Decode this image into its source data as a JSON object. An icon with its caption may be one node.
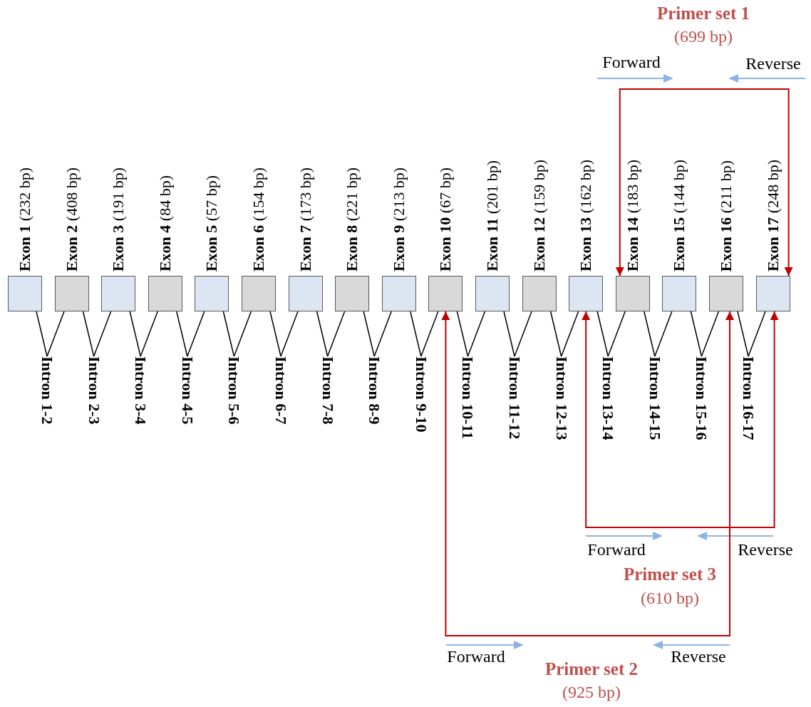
{
  "diagram": {
    "nodes": [
      {
        "text": [
          "**Exon 1** (232 bp)"
        ]
      },
      {
        "text": [
          "**Exon 2** (408 bp)"
        ]
      },
      {
        "text": [
          "**Exon 3** (191 bp)"
        ]
      },
      {
        "text": [
          "**Exon 4** (84 bp)"
        ]
      },
      {
        "text": [
          "**Exon 5** (57 bp)"
        ]
      },
      {
        "text": [
          "**Exon 6** (154 bp)"
        ]
      },
      {
        "text": [
          "**Exon 7** (173 bp)"
        ]
      },
      {
        "text": [
          "**Exon 8** (221 bp)"
        ]
      },
      {
        "text": [
          "**Exon 9** (213 bp)"
        ]
      },
      {
        "text": [
          "**Exon 10** (67 bp)"
        ]
      },
      {
        "text": [
          "**Exon 11** (201 bp)"
        ]
      },
      {
        "text": [
          "**Exon 12** (159 bp)"
        ]
      },
      {
        "text": [
          "**Exon 13** (162 bp)"
        ]
      },
      {
        "text": [
          "**Exon 14** (183 bp)"
        ]
      },
      {
        "text": [
          "**Exon 15** (144 bp)"
        ]
      },
      {
        "text": [
          "**Exon 16** (211 bp)"
        ]
      },
      {
        "text": [
          "**Exon 17** (248 bp)"
        ]
      },
      {
        "text": [
          "Intron 1-2"
        ]
      },
      {
        "text": [
          "Intron 2-3"
        ]
      },
      {
        "text": [
          "Intron 3-4"
        ]
      },
      {
        "text": [
          "Intron 4-5"
        ]
      },
      {
        "text": [
          "Intron 5-6"
        ]
      },
      {
        "text": [
          "Intron 6-7"
        ]
      },
      {
        "text": [
          "Intron 7-8"
        ]
      },
      {
        "text": [
          "Intron 8-9"
        ]
      },
      {
        "text": [
          "Intron 9-10"
        ]
      },
      {
        "text": [
          "Intron 10-11"
        ]
      },
      {
        "text": [
          "Intron 11-12"
        ]
      },
      {
        "text": [
          "Intron 12-13"
        ]
      },
      {
        "text": [
          "Intron 13-14"
        ]
      },
      {
        "text": [
          "Intron 14-15"
        ]
      },
      {
        "text": [
          "Intron 15-16"
        ]
      },
      {
        "text": [
          "Intron 16-17"
        ]
      }
    ],
    "edges": [
      {
        "from": 0,
        "to": 17,
        "arrow": "none"
      },
      {
        "from": 17,
        "to": 1,
        "arrow": "none"
      },
      {
        "from": 1,
        "to": 18,
        "arrow": "none"
      },
      {
        "from": 18,
        "to": 2,
        "arrow": "none"
      },
      {
        "from": 2,
        "to": 19,
        "arrow": "none"
      },
      {
        "from": 19,
        "to": 3,
        "arrow": "none"
      },
      {
        "from": 3,
        "to": 20,
        "arrow": "none"
      },
      {
        "from": 20,
        "to": 4,
        "arrow": "none"
      },
      {
        "from": 4,
        "to": 21,
        "arrow": "none"
      },
      {
        "from": 21,
        "to": 5,
        "arrow": "none"
      },
      {
        "from": 5,
        "to": 22,
        "arrow": "none"
      },
      {
        "from": 22,
        "to": 6,
        "arrow": "none"
      },
      {
        "from": 6,
        "to": 23,
        "arrow": "none"
      },
      {
        "from": 23,
        "to": 7,
        "arrow": "none"
      },
      {
        "from": 7,
        "to": 24,
        "arrow": "none"
      },
      {
        "from": 24,
        "to": 8,
        "arrow": "none"
      },
      {
        "from": 8,
        "to": 25,
        "arrow": "none"
      },
      {
        "from": 25,
        "to": 9,
        "arrow": "none"
      },
      {
        "from": 9,
        "to": 26,
        "arrow": "none"
      },
      {
        "from": 26,
        "to": 10,
        "arrow": "none"
      },
      {
        "from": 10,
        "to": 27,
        "arrow": "none"
      },
      {
        "from": 27,
        "to": 11,
        "arrow": "none"
      },
      {
        "from": 11,
        "to": 28,
        "arrow": "none"
      },
      {
        "from": 28,
        "to": 12,
        "arrow": "none"
      },
      {
        "from": 12,
        "to": 29,
        "arrow": "none"
      },
      {
        "from": 29,
        "to": 13,
        "arrow": "none"
      },
      {
        "from": 13,
        "to": 30,
        "arrow": "none"
      },
      {
        "from": 30,
        "to": 14,
        "arrow": "none"
      },
      {
        "from": 14,
        "to": 31,
        "arrow": "none"
      },
      {
        "from": 31,
        "to": 15,
        "arrow": "none"
      },
      {
        "from": 15,
        "to": 32,
        "arrow": "none"
      },
      {
        "from": 32,
        "to": 16,
        "arrow": "none"
      },
      {
        "from": 13,
        "to": 16,
        "arrow": "both",
        "color": "#c00000"
      },
      {
        "from": 12,
        "to": 16,
        "arrow": "both",
        "color": "#c00000"
      },
      {
        "from": 9,
        "to": 15,
        "arrow": "both",
        "color": "#c00000"
      }
    ],
    "labels": [
      "Primer set 1",
      "(699 bp)",
      "Forward",
      "Reverse",
      "Forward",
      "Reverse",
      "Primer set 3",
      "(610 bp)",
      "Forward",
      "Reverse",
      "Primer set 2",
      "(925 bp)"
    ]
  }
}
